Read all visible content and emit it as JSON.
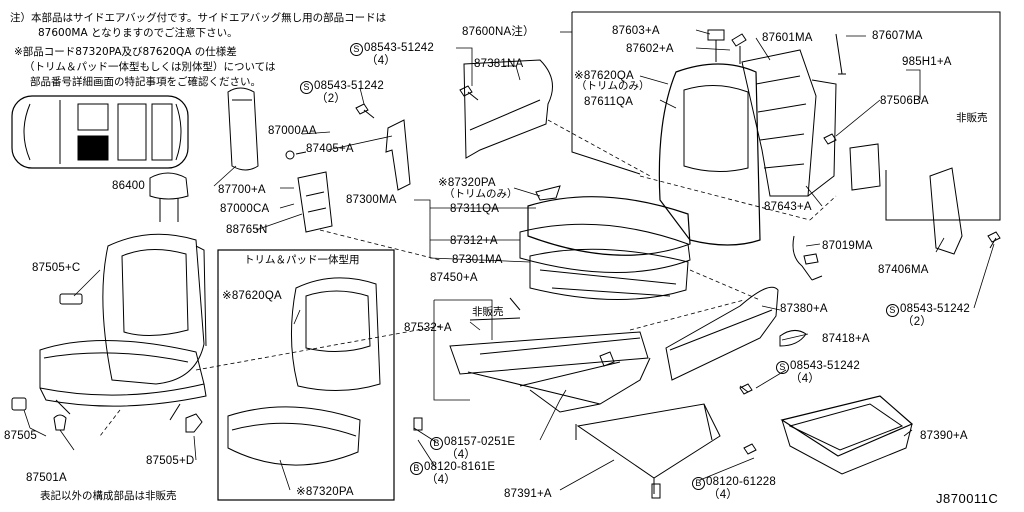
{
  "notes": {
    "line1": "注）本部品はサイドエアバッグ付です。サイドエアバッグ無し用の部品コードは",
    "line2": "87600MA となりますのでご注意下さい。",
    "line3": "※部品コード87320PA及び87620QA の仕様差",
    "line4": "（トリム＆パッド一体型もしくは別体型）については",
    "line5": "部品番号詳細画面の特記事項をご確認ください。",
    "footer": "表記以外の構成部品は非販売",
    "inset_title": "トリム＆パッド一体型用"
  },
  "diagram_code": "J870011C",
  "callouts": {
    "p87600": "87600NA注）",
    "p87603": "87603+A",
    "p87602": "87602+A",
    "p87601": "87601MA",
    "p87607": "87607MA",
    "p985h1": "985H1+A",
    "p87506": "87506BA",
    "not_sold_1": "非販売",
    "p87620qa_a": "※87620QA",
    "p87620qa_a_sub": "（トリムのみ）",
    "p87611": "87611QA",
    "p87381": "87381NA",
    "s_bolt1": "08543-51242",
    "s_bolt1_qty": "（4）",
    "s_bolt2": "08543-51242",
    "s_bolt2_qty": "（2）",
    "p87000aa": "87000AA",
    "p87405": "87405+A",
    "p86400": "86400",
    "p87700": "87700+A",
    "p87000ca": "87000CA",
    "p88765": "88765N",
    "p87300": "87300MA",
    "p87320pa_a": "※87320PA",
    "p87320pa_a_sub": "（トリムのみ）",
    "p87311": "87311QA",
    "p87312": "87312+A",
    "p87301": "87301MA",
    "p87643": "87643+A",
    "p87019": "87019MA",
    "p87406": "87406MA",
    "p87505c": "87505+C",
    "p87505": "87505",
    "p87501a": "87501A",
    "p87505d": "87505+D",
    "p87620qa_b": "※87620QA",
    "p87320pa_b": "※87320PA",
    "p87450": "87450+A",
    "not_sold_2": "非販売",
    "p87532": "87532+A",
    "p87380": "87380+A",
    "p87418": "87418+A",
    "s_bolt3": "08543-51242",
    "s_bolt3_qty": "（2）",
    "s_bolt4": "08543-51242",
    "s_bolt4_qty": "（4）",
    "b_bolt1": "08157-0251E",
    "b_bolt1_qty": "（4）",
    "b_bolt2": "08120-8161E",
    "b_bolt2_qty": "（4）",
    "b_bolt3": "08120-61228",
    "b_bolt3_qty": "（4）",
    "p87391": "87391+A",
    "p87390": "87390+A",
    "mark_s": "S",
    "mark_b": "B"
  }
}
